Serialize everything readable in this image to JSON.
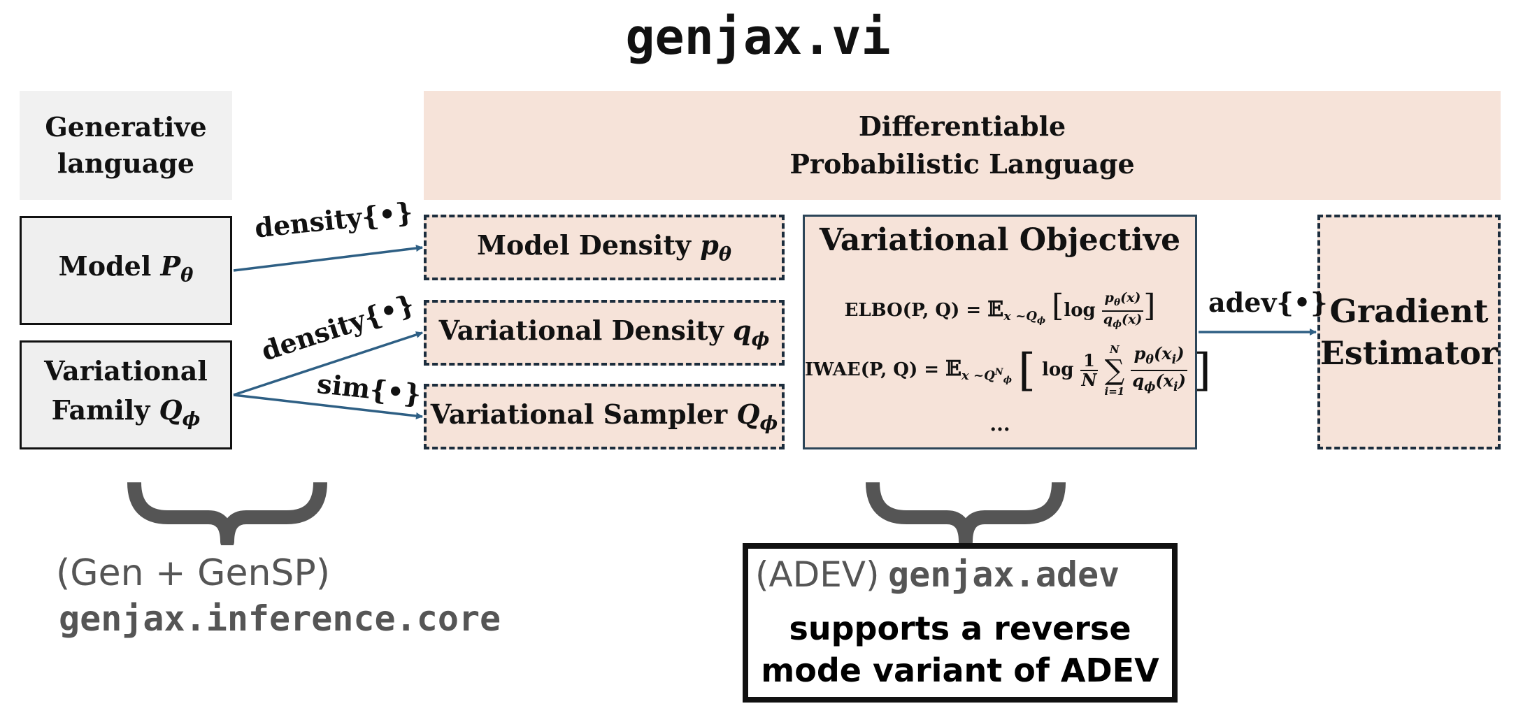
{
  "title": "genjax.vi",
  "headers": {
    "generative": [
      "Generative",
      "language"
    ],
    "differentiable": [
      "Differentiable",
      "Probabilistic Language"
    ]
  },
  "left_boxes": {
    "model": {
      "text": "Model",
      "symbol": "P",
      "sub": "θ"
    },
    "family": {
      "line1": "Variational",
      "line2": "Family",
      "symbol": "Q",
      "sub": "ϕ"
    }
  },
  "middle_boxes": {
    "model_density": {
      "text": "Model Density",
      "symbol": "p",
      "sub": "θ"
    },
    "variational_density": {
      "text": "Variational Density",
      "symbol": "q",
      "sub": "ϕ"
    },
    "variational_sampler": {
      "text": "Variational Sampler",
      "symbol": "Q",
      "sub": "ϕ"
    }
  },
  "objective": {
    "title": "Variational Objective",
    "elbo_lhs": "ELBO(P, Q) =",
    "elbo_expect": "𝔼",
    "elbo_expect_sub": "x ~Q",
    "elbo_expect_subsub": "ϕ",
    "elbo_body_log": "log",
    "elbo_num": "p",
    "elbo_num_sub": "θ",
    "elbo_num_arg": "(x)",
    "elbo_den": "q",
    "elbo_den_sub": "ϕ",
    "elbo_den_arg": "(x)",
    "iwae_lhs": "IWAE(P, Q) =",
    "iwae_expect": "𝔼",
    "iwae_expect_sub": "x ~Q",
    "iwae_expect_sup": "N",
    "iwae_expect_subsub": "ϕ",
    "iwae_log": "log",
    "iwae_one": "1",
    "iwae_N": "N",
    "iwae_sum": "∑",
    "iwae_sum_top": "N",
    "iwae_sum_bottom": "i=1",
    "iwae_num": "p",
    "iwae_num_sub": "θ",
    "iwae_num_arg": "(x",
    "iwae_num_arg_sub": "i",
    "iwae_num_arg_close": ")",
    "iwae_den": "q",
    "iwae_den_sub": "ϕ",
    "iwae_den_arg": "(x",
    "iwae_den_arg_sub": "i",
    "iwae_den_arg_close": ")",
    "ellipsis": "..."
  },
  "gradient": [
    "Gradient",
    "Estimator"
  ],
  "edge_labels": {
    "model_density": "density{•}",
    "family_density": "density{•}",
    "family_sim": "sim{•}",
    "adev": "adev{•}"
  },
  "bottom_left": {
    "line1": "(Gen + GenSP)",
    "line2": "genjax.inference.core"
  },
  "bottom_right": {
    "prefix": "(ADEV)",
    "module": "genjax.adev",
    "line2": "supports a reverse",
    "line3": "mode variant of ADEV"
  },
  "colors": {
    "peach": "#f6e3d9",
    "gray_box": "#efefef",
    "arrow": "#2e5f84",
    "brace": "#555555"
  }
}
